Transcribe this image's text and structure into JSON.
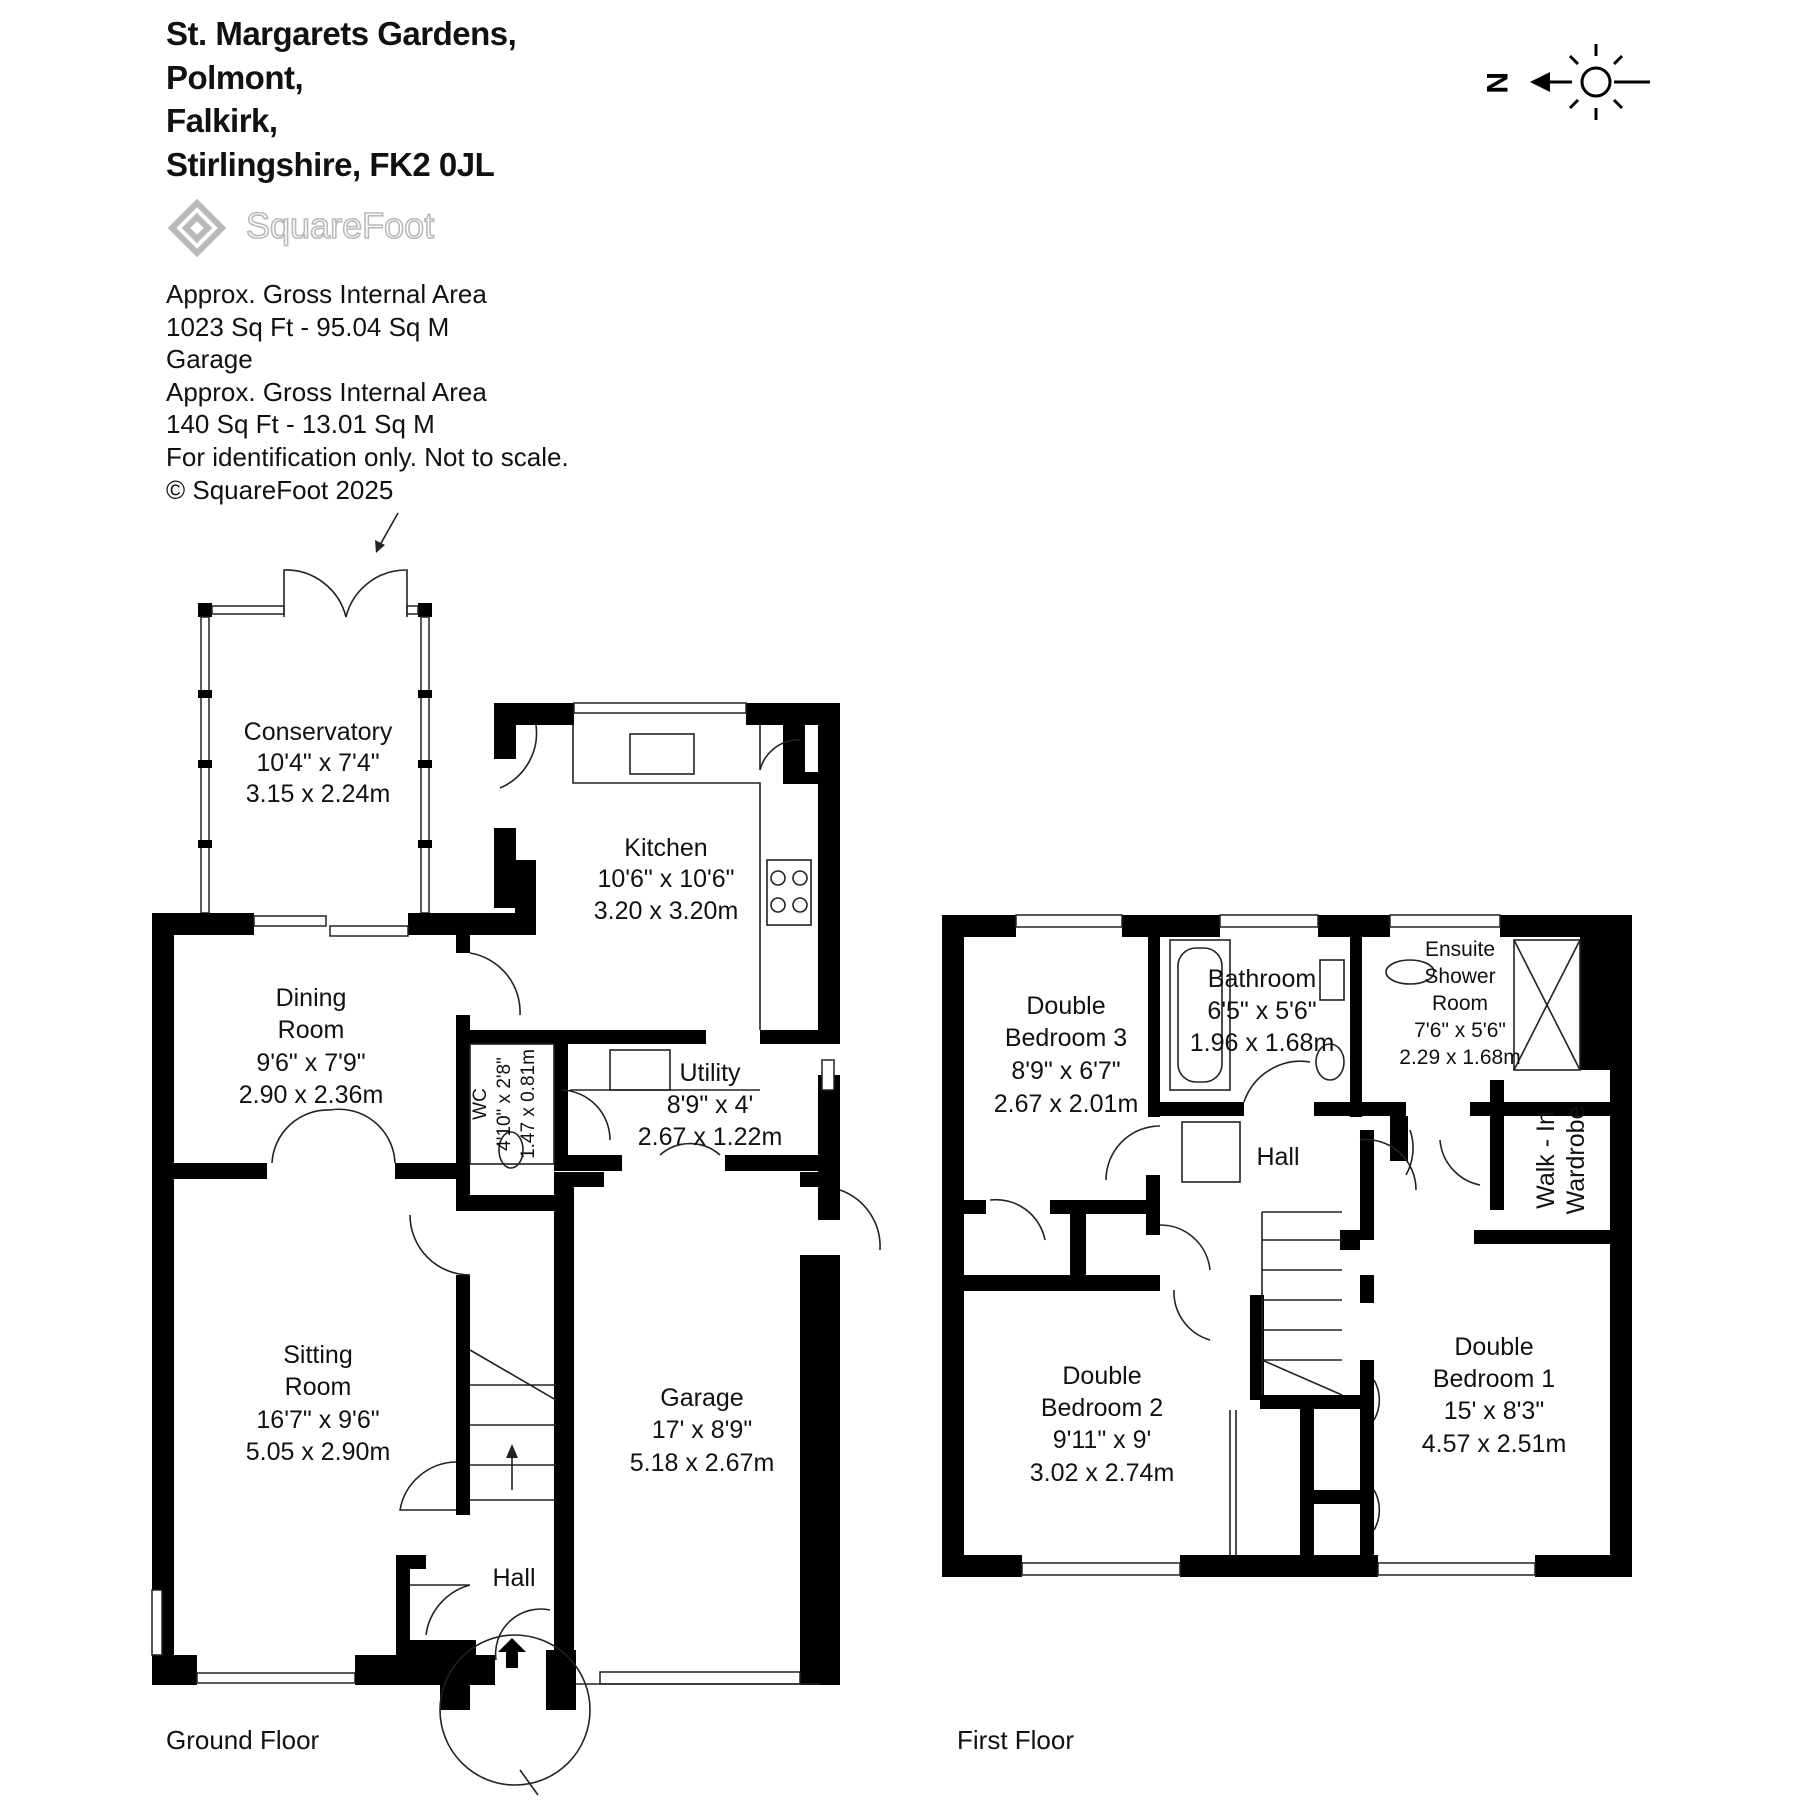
{
  "address": {
    "line1": "St. Margarets Gardens,",
    "line2": "Polmont,",
    "line3": "Falkirk,",
    "line4": "Stirlingshire, FK2 0JL"
  },
  "brand": {
    "name": "SquareFoot",
    "logo_icon": "squarefoot-logo-icon",
    "logo_color": "#b9b9b9"
  },
  "area_info": {
    "line1": "Approx. Gross Internal Area",
    "line2": "1023 Sq Ft  -  95.04 Sq M",
    "line3": "Garage",
    "line4": "Approx. Gross Internal Area",
    "line5": "140 Sq Ft  -  13.01 Sq M",
    "line6": "For identification only. Not to scale.",
    "line7": "© SquareFoot 2025"
  },
  "compass": {
    "label": "N",
    "icon": "compass-sun-icon"
  },
  "ground_floor": {
    "label": "Ground Floor",
    "rooms": {
      "conservatory": {
        "name": "Conservatory",
        "imperial": "10'4\" x 7'4\"",
        "metric": "3.15 x 2.24m"
      },
      "kitchen": {
        "name": "Kitchen",
        "imperial": "10'6\" x 10'6\"",
        "metric": "3.20 x 3.20m"
      },
      "dining": {
        "name1": "Dining",
        "name2": "Room",
        "imperial": "9'6\" x 7'9\"",
        "metric": "2.90 x 2.36m"
      },
      "wc": {
        "name": "WC",
        "imperial": "4'10\" x 2'8\"",
        "metric": "1.47 x 0.81m"
      },
      "utility": {
        "name": "Utility",
        "imperial": "8'9\" x 4'",
        "metric": "2.67 x 1.22m"
      },
      "sitting": {
        "name1": "Sitting",
        "name2": "Room",
        "imperial": "16'7\" x 9'6\"",
        "metric": "5.05 x 2.90m"
      },
      "garage": {
        "name": "Garage",
        "imperial": "17' x 8'9\"",
        "metric": "5.18 x 2.67m"
      },
      "hall": {
        "name": "Hall"
      }
    }
  },
  "first_floor": {
    "label": "First Floor",
    "rooms": {
      "bed3": {
        "name1": "Double",
        "name2": "Bedroom 3",
        "imperial": "8'9\" x 6'7\"",
        "metric": "2.67 x 2.01m"
      },
      "bathroom": {
        "name": "Bathroom",
        "imperial": "6'5\" x 5'6\"",
        "metric": "1.96 x 1.68m"
      },
      "ensuite": {
        "name1": "Ensuite",
        "name2": "Shower",
        "name3": "Room",
        "imperial": "7'6\" x 5'6\"",
        "metric": "2.29 x 1.68m"
      },
      "wardrobe": {
        "name1": "Walk - In",
        "name2": "Wardrobe"
      },
      "hall": {
        "name": "Hall"
      },
      "bed2": {
        "name1": "Double",
        "name2": "Bedroom 2",
        "imperial": "9'11\" x 9'",
        "metric": "3.02 x 2.74m"
      },
      "bed1": {
        "name1": "Double",
        "name2": "Bedroom 1",
        "imperial": "15' x 8'3\"",
        "metric": "4.57 x 2.51m"
      }
    }
  }
}
